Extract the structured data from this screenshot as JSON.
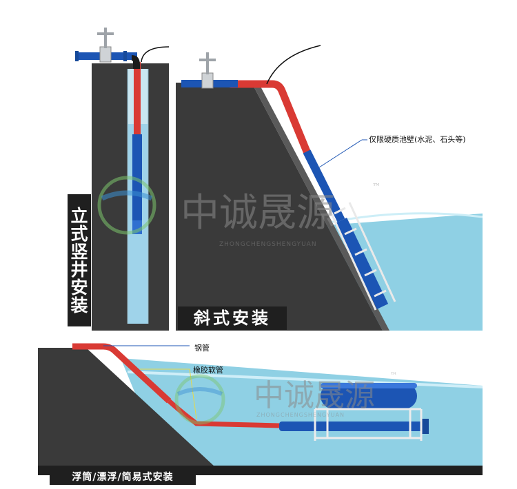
{
  "captions": {
    "vertical_well": "立式竖井安装",
    "inclined": "斜式安装",
    "floating": "浮筒/漂浮/简易式安装"
  },
  "labels": {
    "hard_wall_note": "仅限硬质池壁(水泥、石头等)",
    "steel_pipe": "钢管",
    "rubber_hose": "橡胶软管"
  },
  "watermark": {
    "brand": "中诚晟源",
    "trademark": "™",
    "pinyin": "ZHONGCHENGSHENGYUAN"
  },
  "colors": {
    "pipe_red": "#d93a34",
    "pipe_blue": "#1c55b4",
    "water": "#7cc8df",
    "soil": "#3b3b3b",
    "callout_line": "#1c55b4",
    "hose_line": "#e6d84a"
  }
}
